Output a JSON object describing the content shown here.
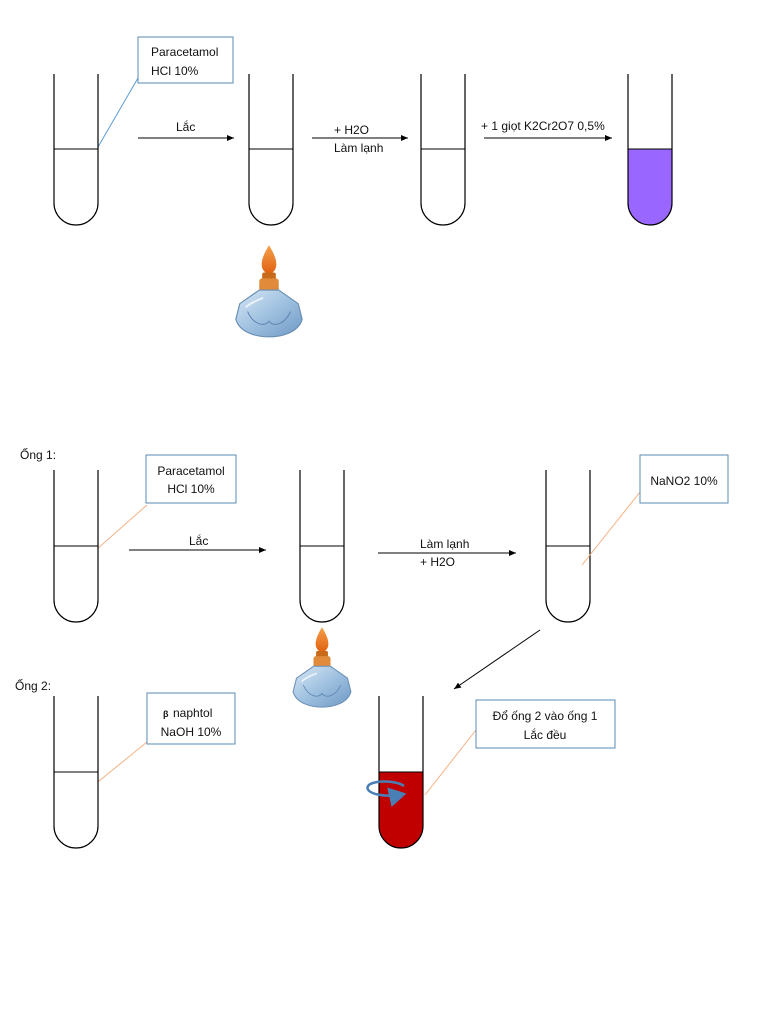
{
  "top": {
    "box": [
      "Paracetamol",
      "HCl 10%"
    ],
    "arrow1": "Lắc",
    "arrow2": [
      "+ H2O",
      "Làm lạnh"
    ],
    "arrow3": "+ 1 giọt K2Cr2O7 0,5%"
  },
  "bottom": {
    "tube1_label": "Ống 1:",
    "tube2_label": "Ống 2:",
    "box1": [
      "Paracetamol",
      "HCl 10%"
    ],
    "arrow1": "Lắc",
    "arrow2": [
      "Làm lạnh",
      "+ H2O"
    ],
    "box_nano2": "NaNO2 10%",
    "box_naphtol": [
      "β",
      "naphtol",
      "NaOH 10%"
    ],
    "box_mix": [
      "Đổ ống 2 vào ống 1",
      "Lắc đều"
    ]
  },
  "colors": {
    "purple_result": "#9966ff",
    "red_result": "#c00000",
    "leader_blue": "#5b9bd5",
    "leader_orange": "#f4b183",
    "box_border": "#5b8bb3",
    "flame": "#f07820"
  },
  "icons": [
    "alcohol-lamp-icon",
    "swirl-arrow-icon"
  ]
}
